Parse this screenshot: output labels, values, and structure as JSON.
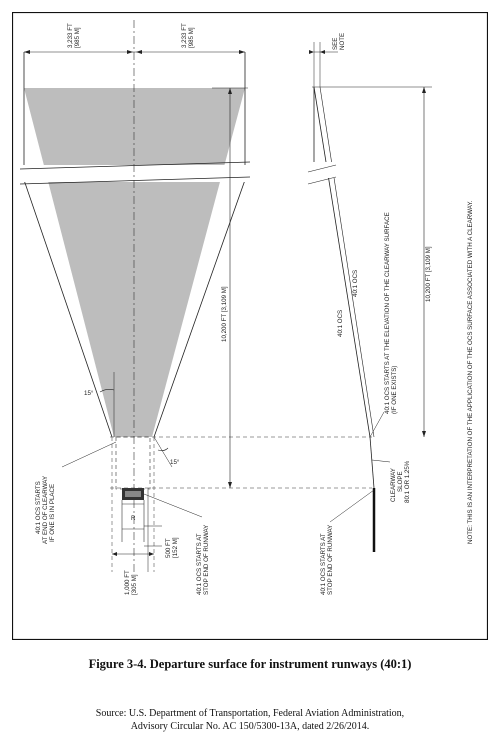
{
  "figure": {
    "caption": "Figure 3-4. Departure surface for instrument runways (40:1)",
    "source_line1": "Source: U.S. Department of Transportation, Federal Aviation Administration,",
    "source_line2": "Advisory Circular No. AC 150/5300-13A, dated 2/26/2014."
  },
  "plan_view": {
    "half_width_left": "3,233 FT",
    "half_width_left_m": "[985 M]",
    "half_width_right": "3,233 FT",
    "half_width_right_m": "[985 M]",
    "length": "10,200 FT [3,109 M]",
    "angle_top": "15°",
    "angle_bottom": "15°",
    "start_width": "1,000 FT",
    "start_width_m": "[305 M]",
    "offset": "500 FT",
    "offset_m": "[152 M]",
    "runway_cl": "R",
    "note_clearway_1": "40:1 OCS STARTS",
    "note_clearway_2": "AT END OF CLEARWAY",
    "note_clearway_3": "IF ONE IS IN PLACE",
    "note_stop_1": "40:1 OCS STARTS AT",
    "note_stop_2": "STOP END OF RUNWAY"
  },
  "profile_view": {
    "see_note_1": "SEE",
    "see_note_2": "NOTE",
    "slope_label_1": "40:1 OCS",
    "slope_label_2": "40:1 OCS",
    "clearway_elev_1": "40:1 OCS STARTS AT THE ELEVATION OF THE CLEARWAY SURFACE",
    "clearway_elev_2": "(IF ONE EXISTS)",
    "length": "10,200 FT [3,109 M]",
    "clearway_1": "CLEARWAY",
    "clearway_2": "SLOPE",
    "clearway_3": "80:1 OR 1.25%",
    "stop_note_1": "40:1 OCS STARTS AT",
    "stop_note_2": "STOP END OF RUNWAY",
    "note": "NOTE:  THIS IS AN INTERPRETATION OF THE APPLICATION OF THE OCS SURFACE ASSOCIATED WITH A CLEARWAY."
  }
}
